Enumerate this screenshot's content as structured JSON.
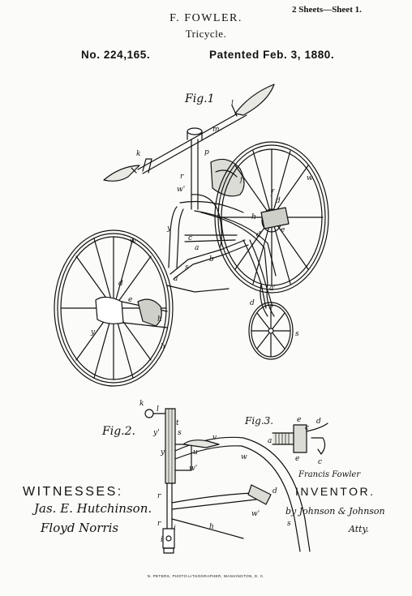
{
  "header": {
    "sheet": "2 Sheets—Sheet 1.",
    "inventor_name": "F. FOWLER.",
    "title": "Tricycle.",
    "patent_number": "No. 224,165.",
    "patent_date": "Patented Feb. 3, 1880."
  },
  "figures": {
    "fig1_label": "Fig.1",
    "fig2_label": "Fig.2.",
    "fig3_label": "Fig.3."
  },
  "witnesses": {
    "heading": "WITNESSES:",
    "names": [
      "Jas. E. Hutchinson.",
      "Floyd Norris"
    ]
  },
  "inventor": {
    "signature": "Francis Fowler",
    "heading": "INVENTOR.",
    "by_line": "by Johnson & Johnson",
    "attorney": "Atty."
  },
  "printer": "N. PETERS, PHOTO-LITHOGRAPHER, WASHINGTON, D. C.",
  "reference_letters": [
    "l",
    "m",
    "r",
    "w",
    "k",
    "r",
    "w",
    "d",
    "a",
    "y",
    "t",
    "s",
    "h",
    "a",
    "d",
    "y",
    "c",
    "a",
    "w",
    "s",
    "h",
    "s",
    "k",
    "l",
    "t",
    "y",
    "d",
    "a",
    "e",
    "w",
    "h",
    "r",
    "e",
    "c",
    "d",
    "c",
    "e",
    "a",
    "u",
    "a",
    "i",
    "i",
    "r",
    "s"
  ]
}
